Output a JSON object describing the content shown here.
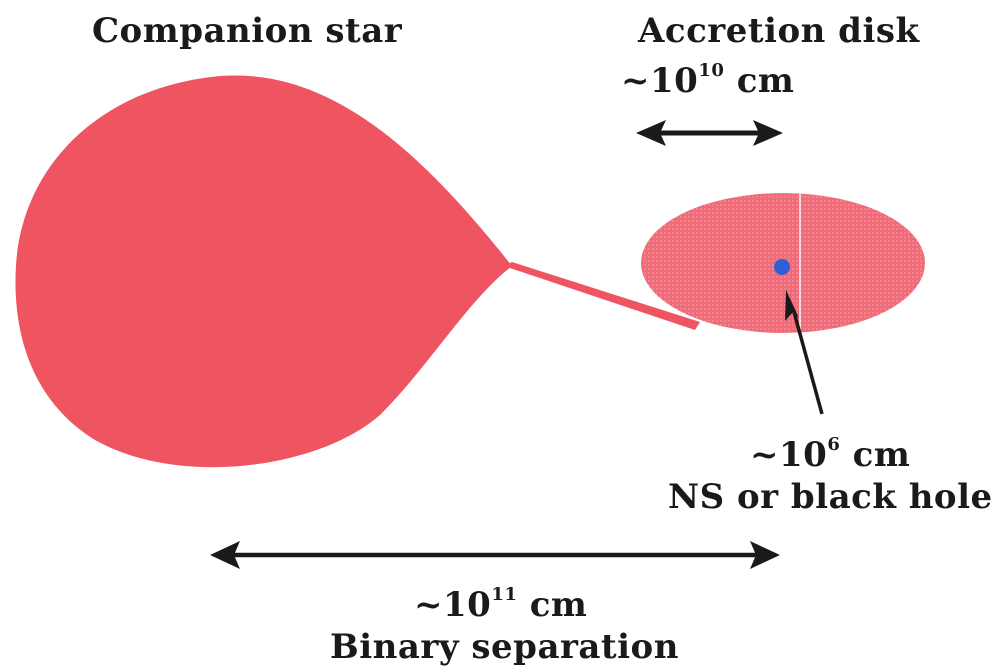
{
  "labels": {
    "companion_star": "Companion star",
    "accretion_disk": "Accretion disk",
    "disk_size": {
      "prefix": "~10",
      "exp": "10",
      "unit": " cm"
    },
    "compact_size": {
      "prefix": "~10",
      "exp": "6",
      "unit": " cm"
    },
    "compact_object": "NS or black hole",
    "separation_size": {
      "prefix": "~10",
      "exp": "11",
      "unit": " cm"
    },
    "binary_separation": "Binary separation"
  },
  "colors": {
    "star": "#ef5561",
    "disk": "#f07a86",
    "compact_object": "#2f5fd8",
    "arrow": "#1a1a1a"
  }
}
